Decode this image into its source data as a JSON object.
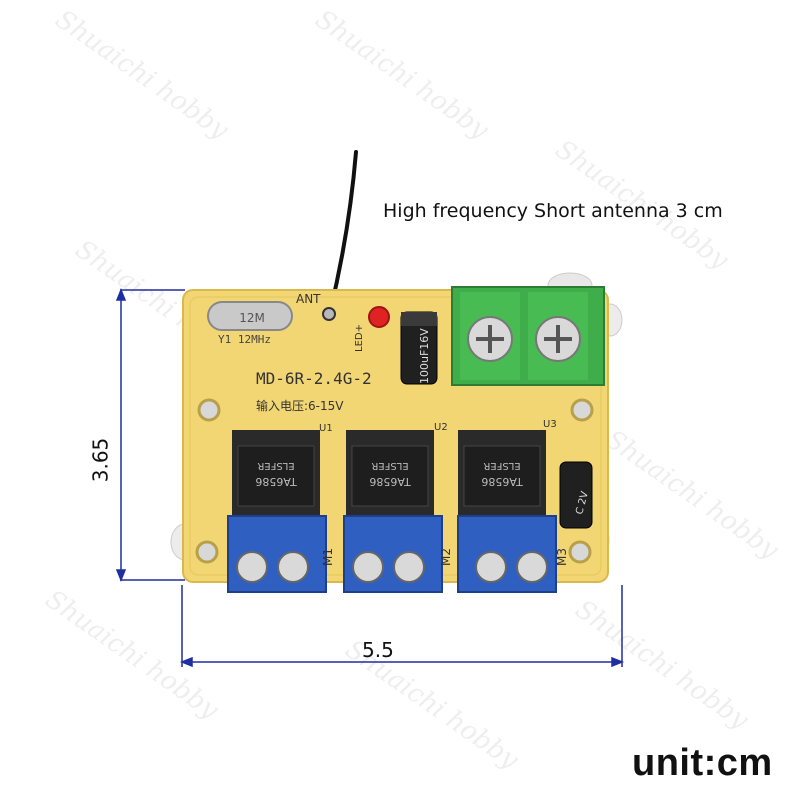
{
  "caption": "High frequency Short antenna 3 cm",
  "dimensions": {
    "width_label": "5.5",
    "height_label": "3.65"
  },
  "unit_label": "unit:cm",
  "watermark": "Shuaichi hobby",
  "board": {
    "antenna_label": "ANT",
    "model_label": "MD-6R-2.4G-2",
    "voltage_label": "输入电压:6-15V",
    "led_label": "LED+",
    "crystal_label": "12M",
    "crystal_freq": "Y1 12MHz",
    "capacitor_label": "100uF16V",
    "small_cap_label": "C 2V",
    "chip_labels": [
      "U1",
      "U2",
      "U3"
    ],
    "chip_marking": "TA6586",
    "chip_lot": "ELSFER",
    "motor_labels": [
      "M1",
      "M2",
      "M3"
    ],
    "colors": {
      "pcb": "#f2d673",
      "terminal_blue": "#2f5fc0",
      "terminal_green": "#3fae4a",
      "chip": "#1e1e1e"
    }
  }
}
